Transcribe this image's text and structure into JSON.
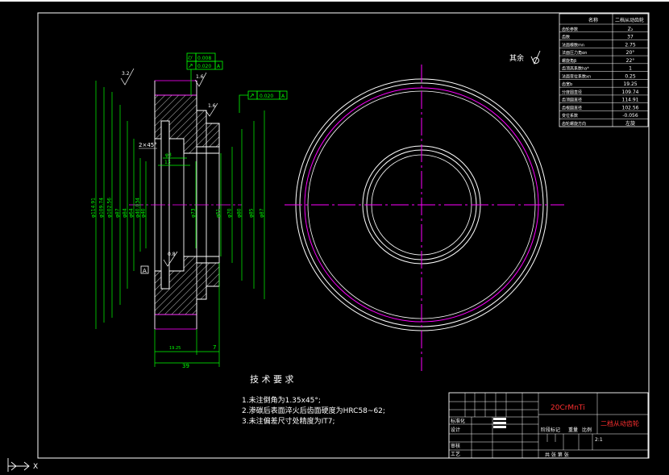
{
  "drawing": {
    "title": "二档从动齿轮",
    "material": "20CrMnTi",
    "surface_finish_label": "其余",
    "tech_req_title": "技 术 要 求",
    "tech_req": [
      "1.未注倒角为1.35x45°;",
      "2.渗碳后表面淬火后齿面硬度为HRC58~62;",
      "3.未注偏差尺寸处精度为IT7;"
    ]
  },
  "gear_table": {
    "header": [
      "齿轮参数",
      "名称",
      "二档从动齿轮"
    ],
    "rows": [
      {
        "name": "齿轮参数",
        "value": "Z₂"
      },
      {
        "name": "齿数",
        "value": "37"
      },
      {
        "name": "法面模数mn",
        "value": "2.75"
      },
      {
        "name": "法面压力角αn",
        "value": "20°"
      },
      {
        "name": "螺旋角β",
        "value": "22°"
      },
      {
        "name": "齿顶高系数ha*",
        "value": "1"
      },
      {
        "name": "法面变位系数xn",
        "value": "0.25"
      },
      {
        "name": "齿宽b",
        "value": "19.25"
      },
      {
        "name": "分度圆直径",
        "value": "109.74"
      },
      {
        "name": "齿顶圆直径",
        "value": "114.91"
      },
      {
        "name": "齿根圆直径",
        "value": "102.56"
      },
      {
        "name": "变位系数",
        "value": "-0.056"
      },
      {
        "name": "齿轮螺旋方向",
        "value": "左旋"
      }
    ]
  },
  "tolerances": {
    "fcf1": {
      "symbol": "⌭",
      "value": "0.008",
      "datum": "A"
    },
    "fcf2": {
      "symbol": "↗",
      "value": "0.020",
      "datum": "A"
    },
    "fcf3": {
      "symbol": "↗",
      "value": "0.020",
      "datum": "A"
    },
    "datum_label": "A",
    "roughness": [
      "3.2",
      "1.6",
      "1.6",
      "0.8"
    ]
  },
  "dimensions": {
    "vertical": [
      "φ114.91",
      "φ109.74",
      "φ102.56",
      "φ87",
      "φ84",
      "φ64",
      "φ40.034",
      "φ40",
      "φ73",
      "φ51",
      "φ70",
      "φ80",
      "φ85",
      "φ87"
    ],
    "chamfer": "2×45°",
    "small": [
      "φ3",
      "13"
    ],
    "bottom": [
      "19.25",
      "7",
      "39"
    ]
  },
  "title_block": {
    "labels": [
      "标准化",
      "设计",
      "审核",
      "工艺",
      "阶段标记",
      "重量",
      "比例"
    ],
    "scale": "2:1",
    "sheet": "共   张   第   张"
  },
  "ucs": {
    "x": "X"
  }
}
